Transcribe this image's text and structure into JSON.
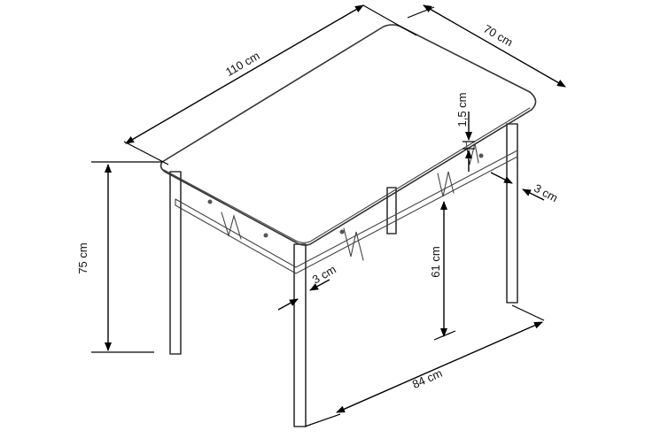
{
  "dimensions": {
    "width": "110 cm",
    "depth": "70 cm",
    "height": "75 cm",
    "top_thickness": "1,5 cm",
    "leg_width_front": "3 cm",
    "leg_width_side": "3 cm",
    "inner_height": "61 cm",
    "leg_span": "84 cm"
  }
}
